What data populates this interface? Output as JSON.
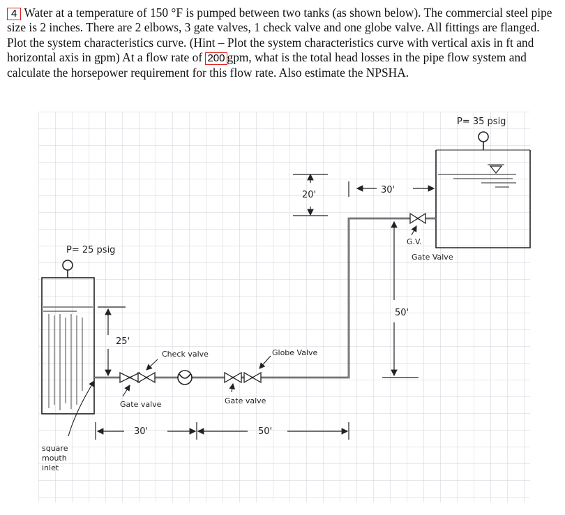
{
  "problem": {
    "number": "4",
    "text_before": "Water at a temperature of 150 °F is pumped between two tanks (as shown below). The commercial steel pipe size is 2 inches. There are 2 elbows, 3 gate valves, 1 check valve and one globe valve. All fittings are flanged. Plot the system characteristics curve. (Hint – Plot the system characteristics curve with vertical axis in ft and horizontal axis in gpm) At a flow rate of ",
    "flow_rate": "200",
    "text_after": "gpm, what is the total head losses in the pipe flow system and calculate the horsepower requirement for this flow rate. Also estimate the NPSHA."
  },
  "figure": {
    "labels": {
      "right_tank_pressure": "P= 35 psig",
      "left_tank_pressure": "P= 25 psig",
      "top_height": "20'",
      "top_run": "30'",
      "gv_short": "G.V.",
      "gate_valve_right": "Gate Valve",
      "riser_height": "50'",
      "left_height": "25'",
      "check_valve": "Check valve",
      "globe_valve": "Globe Valve",
      "gate_valve_left": "Gate valve",
      "gate_valve_mid": "Gate valve",
      "run_left": "30'",
      "run_mid": "50'",
      "inlet_line1": "square",
      "inlet_line2": "mouth",
      "inlet_line3": "inlet"
    }
  }
}
